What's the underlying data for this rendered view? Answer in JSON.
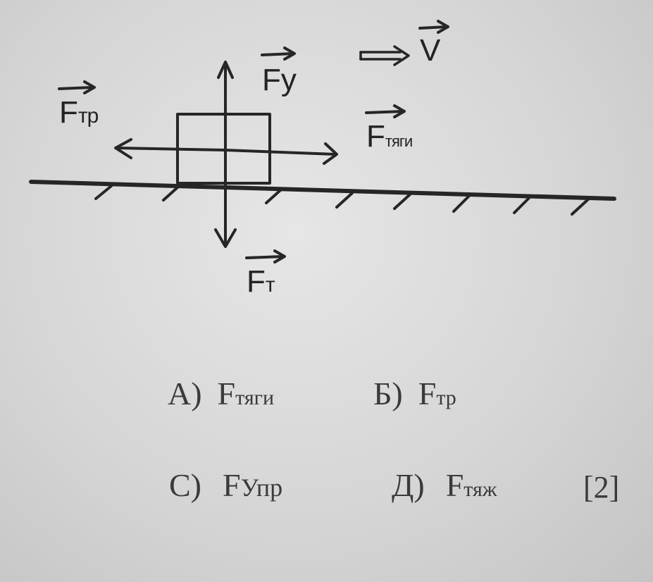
{
  "diagram": {
    "labels": {
      "velocity": "V",
      "friction": {
        "main": "F",
        "sub": "тр"
      },
      "normal": {
        "main": "F",
        "sub": "y"
      },
      "traction": {
        "main": "F",
        "sub": "тяги"
      },
      "gravity": {
        "main": "F",
        "sub": "т"
      }
    }
  },
  "answers": {
    "a": {
      "letter": "A)",
      "main": "F",
      "sub": "тяги"
    },
    "b": {
      "letter": "Б)",
      "main": "F",
      "sub": "тр"
    },
    "c": {
      "letter": "С)",
      "main": "F",
      "sub": "Упр"
    },
    "d": {
      "letter": "Д)",
      "main": "F",
      "sub": "тяж"
    },
    "points": "[2]"
  },
  "colors": {
    "ink": "#262626",
    "paper": "#dcdcdc"
  }
}
